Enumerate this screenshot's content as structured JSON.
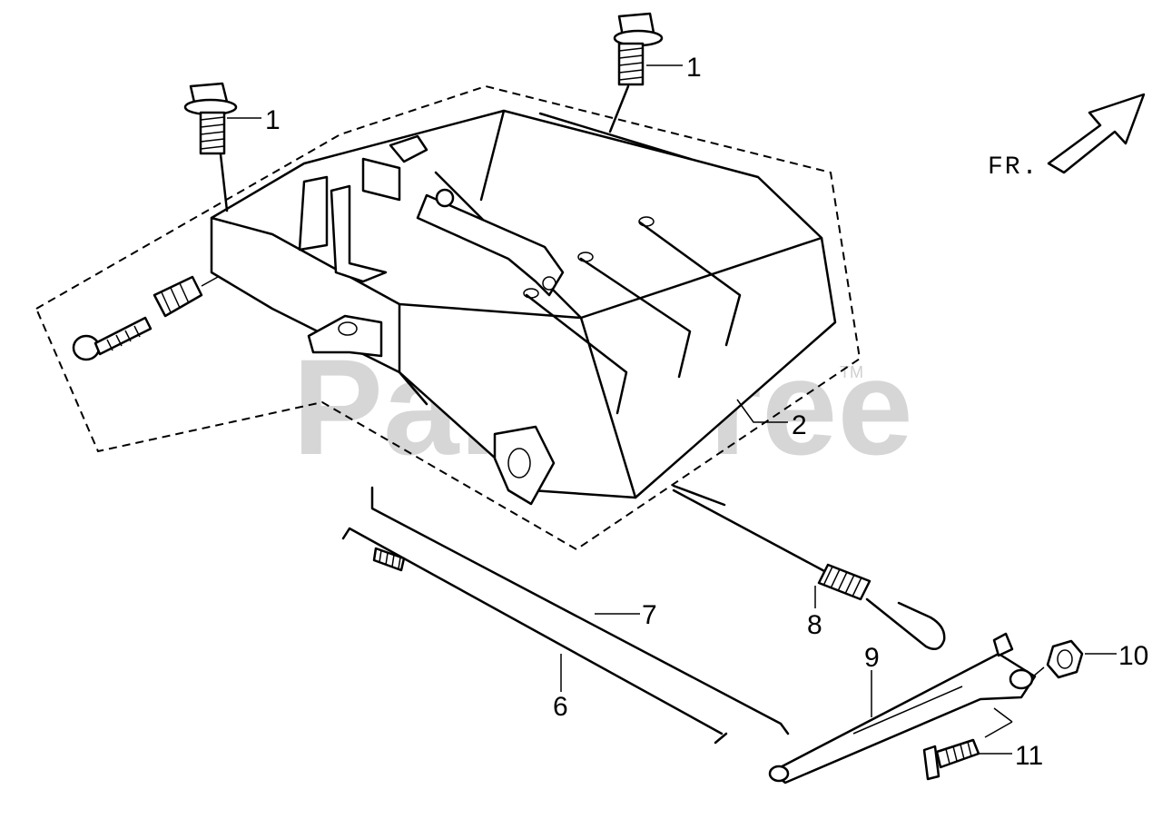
{
  "watermark": {
    "text": "PartsTree",
    "tm": "TM"
  },
  "direction": {
    "label": "FR."
  },
  "callouts": [
    {
      "id": "c1a",
      "label": "1"
    },
    {
      "id": "c1b",
      "label": "1"
    },
    {
      "id": "c2",
      "label": "2"
    },
    {
      "id": "c6",
      "label": "6"
    },
    {
      "id": "c7",
      "label": "7"
    },
    {
      "id": "c8",
      "label": "8"
    },
    {
      "id": "c9",
      "label": "9"
    },
    {
      "id": "c10",
      "label": "10"
    },
    {
      "id": "c11",
      "label": "11"
    }
  ]
}
